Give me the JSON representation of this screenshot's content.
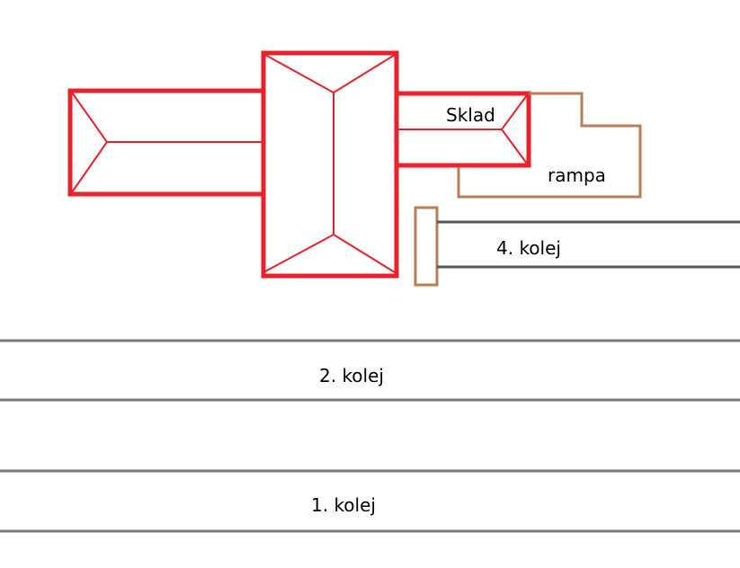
{
  "labels": {
    "warehouse": "Sklad",
    "ramp": "rampa",
    "track4": "4. kolej",
    "track2": "2. kolej",
    "track1": "1. kolej"
  },
  "colors": {
    "building": "#e8212a",
    "ramp": "#b97d56",
    "track4": "#555555",
    "tracks": "#7a7a7a"
  }
}
